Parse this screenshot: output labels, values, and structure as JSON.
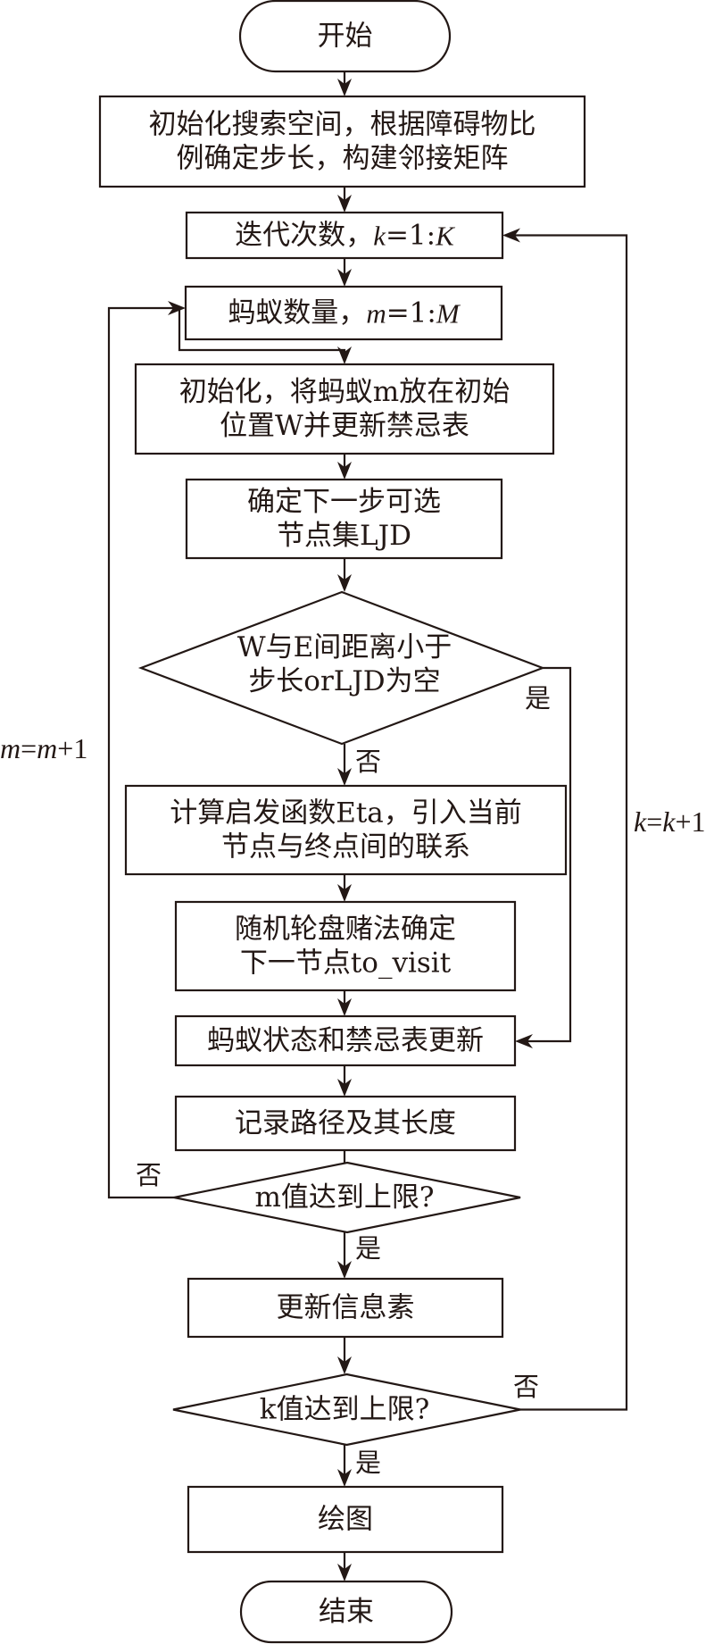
{
  "diagram": {
    "type": "flowchart",
    "description": "Ant colony path planning algorithm flowchart",
    "nodes": [
      {
        "id": "start",
        "shape": "terminal",
        "lines": [
          "开始"
        ]
      },
      {
        "id": "init_space",
        "shape": "process",
        "lines": [
          "初始化搜索空间，根据障碍物比",
          "例确定步长，构建邻接矩阵"
        ]
      },
      {
        "id": "iter_loop",
        "shape": "process",
        "lines": [
          "迭代次数，k=1:K"
        ],
        "rich": [
          {
            "text": "迭代次数，"
          },
          {
            "text": "k",
            "italic": true
          },
          {
            "text": "=1:"
          },
          {
            "text": "K",
            "italic": true
          }
        ]
      },
      {
        "id": "ant_loop",
        "shape": "process",
        "lines": [
          "蚂蚁数量，m=1:M"
        ],
        "rich": [
          {
            "text": "蚂蚁数量，"
          },
          {
            "text": "m",
            "italic": true
          },
          {
            "text": "=1:"
          },
          {
            "text": "M",
            "italic": true
          }
        ]
      },
      {
        "id": "init_ant",
        "shape": "process",
        "lines": [
          "初始化，将蚂蚁m放在初始",
          "位置W并更新禁忌表"
        ]
      },
      {
        "id": "candidate_set",
        "shape": "process",
        "lines": [
          "确定下一步可选",
          "节点集LJD"
        ]
      },
      {
        "id": "check_distance",
        "shape": "decision",
        "lines": [
          "W与E间距离小于",
          "步长orLJD为空"
        ]
      },
      {
        "id": "heuristic",
        "shape": "process",
        "lines": [
          "计算启发函数Eta，引入当前",
          "节点与终点间的联系"
        ]
      },
      {
        "id": "roulette",
        "shape": "process",
        "lines": [
          "随机轮盘赌法确定",
          "下一节点to_visit"
        ]
      },
      {
        "id": "update_state",
        "shape": "process",
        "lines": [
          "蚂蚁状态和禁忌表更新"
        ]
      },
      {
        "id": "record_path",
        "shape": "process",
        "lines": [
          "记录路径及其长度"
        ]
      },
      {
        "id": "m_limit",
        "shape": "decision",
        "lines": [
          "m值达到上限?"
        ]
      },
      {
        "id": "update_pheromone",
        "shape": "process",
        "lines": [
          "更新信息素"
        ]
      },
      {
        "id": "k_limit",
        "shape": "decision",
        "lines": [
          "k值达到上限?"
        ]
      },
      {
        "id": "plot",
        "shape": "process",
        "lines": [
          "绘图"
        ]
      },
      {
        "id": "end",
        "shape": "terminal",
        "lines": [
          "结束"
        ]
      }
    ],
    "edges": [
      {
        "from": "start",
        "to": "init_space",
        "label": ""
      },
      {
        "from": "init_space",
        "to": "iter_loop",
        "label": ""
      },
      {
        "from": "iter_loop",
        "to": "ant_loop",
        "label": ""
      },
      {
        "from": "ant_loop",
        "to": "init_ant",
        "label": ""
      },
      {
        "from": "init_ant",
        "to": "candidate_set",
        "label": ""
      },
      {
        "from": "candidate_set",
        "to": "check_distance",
        "label": ""
      },
      {
        "from": "check_distance",
        "to": "heuristic",
        "label": "否"
      },
      {
        "from": "check_distance",
        "to": "update_state",
        "label": "是"
      },
      {
        "from": "heuristic",
        "to": "roulette",
        "label": ""
      },
      {
        "from": "roulette",
        "to": "update_state",
        "label": ""
      },
      {
        "from": "update_state",
        "to": "record_path",
        "label": ""
      },
      {
        "from": "record_path",
        "to": "m_limit",
        "label": ""
      },
      {
        "from": "m_limit",
        "to": "ant_loop",
        "label": "否",
        "side_label": "m=m+1"
      },
      {
        "from": "m_limit",
        "to": "update_pheromone",
        "label": "是"
      },
      {
        "from": "update_pheromone",
        "to": "k_limit",
        "label": ""
      },
      {
        "from": "k_limit",
        "to": "iter_loop",
        "label": "否",
        "side_label": "k=k+1"
      },
      {
        "from": "k_limit",
        "to": "plot",
        "label": "是"
      },
      {
        "from": "plot",
        "to": "end",
        "label": ""
      }
    ],
    "labels": {
      "yes": "是",
      "no": "否",
      "m_increment": {
        "text": "m=m+1",
        "rich": [
          {
            "text": "m",
            "italic": true
          },
          {
            "text": "="
          },
          {
            "text": "m",
            "italic": true
          },
          {
            "text": "+1"
          }
        ]
      },
      "k_increment": {
        "text": "k=k+1",
        "rich": [
          {
            "text": "k",
            "italic": true
          },
          {
            "text": "="
          },
          {
            "text": "k",
            "italic": true
          },
          {
            "text": "+1"
          }
        ]
      }
    },
    "colors": {
      "stroke": "#231815",
      "fill": "#ffffff",
      "background": "#ffffff"
    }
  }
}
